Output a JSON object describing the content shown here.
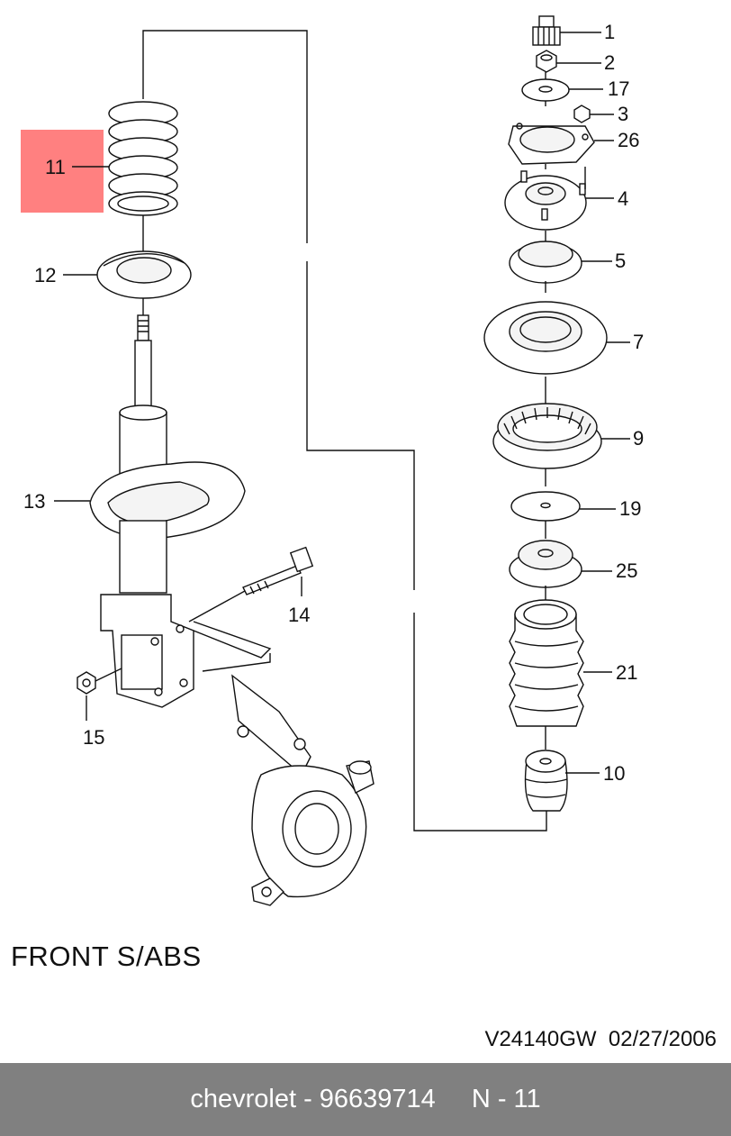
{
  "diagram": {
    "title": "FRONT S/ABS",
    "drawing_code": "V24140GW",
    "drawing_date": "02/27/2006",
    "highlight_color": "#ff8080",
    "highlighted_part": "11",
    "parts": {
      "p1": "1",
      "p2": "2",
      "p17": "17",
      "p3": "3",
      "p26": "26",
      "p4": "4",
      "p5": "5",
      "p7": "7",
      "p9": "9",
      "p19": "19",
      "p25": "25",
      "p21": "21",
      "p10": "10",
      "p11": "11",
      "p12": "12",
      "p13": "13",
      "p14": "14",
      "p15": "15"
    }
  },
  "footer": {
    "part_info": "chevrolet - 96639714",
    "reference": "N - 11",
    "background": "#808080"
  }
}
